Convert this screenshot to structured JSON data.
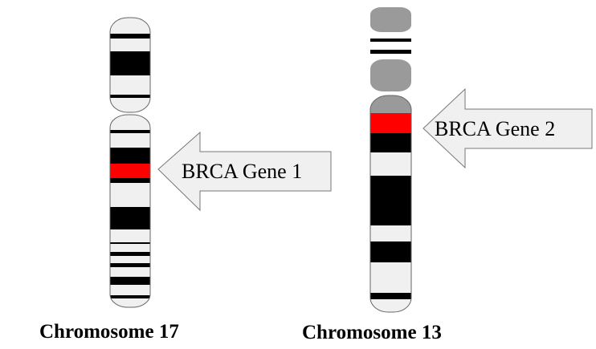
{
  "chromosomes": [
    {
      "label": "Chromosome 17",
      "arrow_label": "BRCA Gene 1"
    },
    {
      "label": "Chromosome 13",
      "arrow_label": "BRCA Gene 2"
    }
  ],
  "colors": {
    "background": "#ffffff",
    "chromosome_fill": "#f0f0f0",
    "dark_band": "#000000",
    "gene_band": "#ff0000",
    "satellite": "#9a9a9a",
    "arrow_fill": "#f0f0f0",
    "outline": "#666666"
  }
}
